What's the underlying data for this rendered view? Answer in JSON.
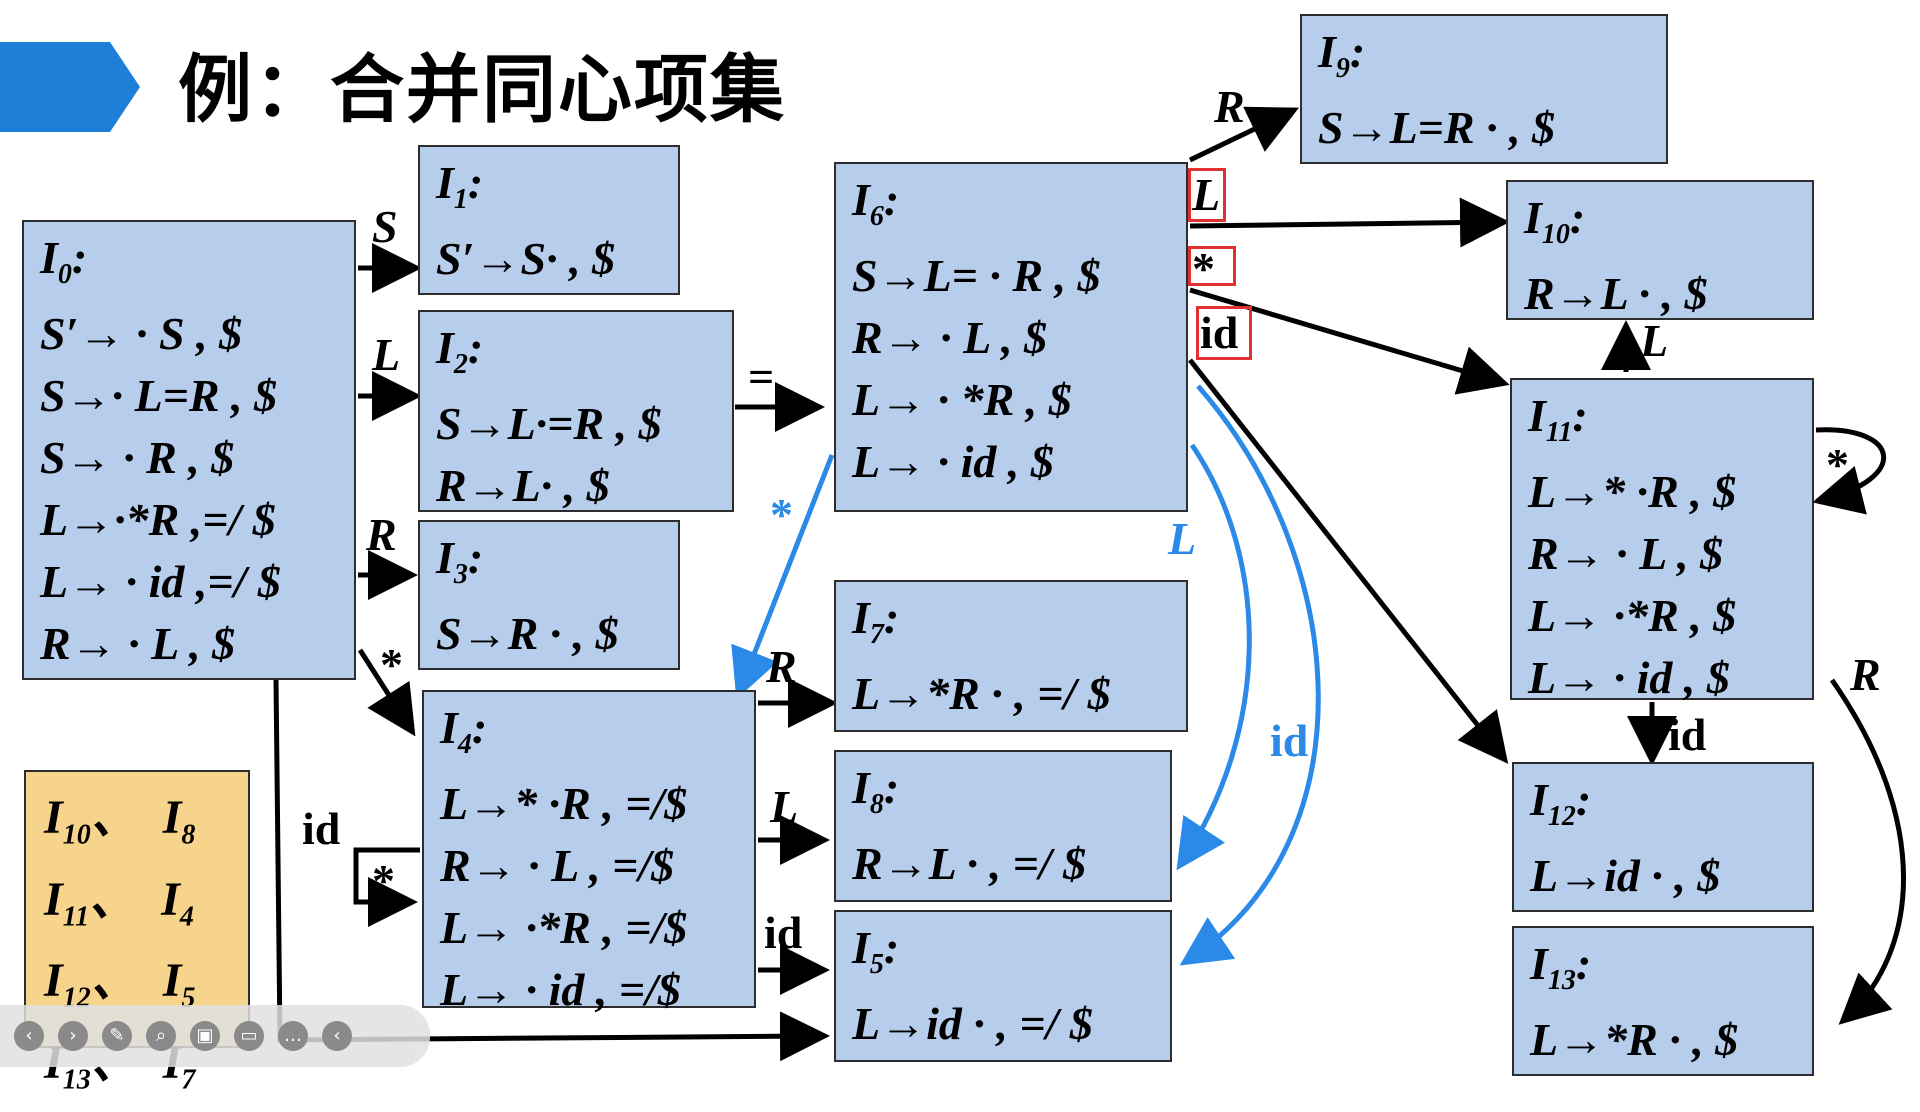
{
  "title": "例：合并同心项集",
  "colors": {
    "state_fill": "#b6cdeb",
    "note_fill": "#f7d48c",
    "banner": "#1e7fd8",
    "blue_edge": "#2b8ae8",
    "red_box": "#e03030"
  },
  "states": [
    {
      "id": "I0",
      "label": "I",
      "sub": "0",
      "items": [
        "S′→ · S , $",
        "S→· L=R , $",
        "S→ · R , $",
        "L→·*R ,=/ $",
        "L→ · id ,=/ $",
        "R→ · L , $"
      ]
    },
    {
      "id": "I1",
      "label": "I",
      "sub": "1",
      "items": [
        "S′→S· , $"
      ]
    },
    {
      "id": "I2",
      "label": "I",
      "sub": "2",
      "items": [
        "S→L·=R , $",
        "R→L· , $"
      ]
    },
    {
      "id": "I3",
      "label": "I",
      "sub": "3",
      "items": [
        "S→R · , $"
      ]
    },
    {
      "id": "I4",
      "label": "I",
      "sub": "4",
      "items": [
        "L→* ·R , =/$",
        "R→ · L , =/$",
        "L→ ·*R , =/$",
        "L→ · id , =/$"
      ]
    },
    {
      "id": "I5",
      "label": "I",
      "sub": "5",
      "items": [
        "L→id · , =/ $"
      ]
    },
    {
      "id": "I6",
      "label": "I",
      "sub": "6",
      "items": [
        "S→L= · R , $",
        "R→ · L , $",
        "L→ · *R , $",
        "L→ · id , $"
      ]
    },
    {
      "id": "I7",
      "label": "I",
      "sub": "7",
      "items": [
        "L→*R · , =/ $"
      ]
    },
    {
      "id": "I8",
      "label": "I",
      "sub": "8",
      "items": [
        "R→L · , =/ $"
      ]
    },
    {
      "id": "I9",
      "label": "I",
      "sub": "9",
      "items": [
        "S→L=R · , $"
      ]
    },
    {
      "id": "I10",
      "label": "I",
      "sub": "10",
      "items": [
        "R→L · , $"
      ]
    },
    {
      "id": "I11",
      "label": "I",
      "sub": "11",
      "items": [
        "L→* ·R , $",
        "R→ · L , $",
        "L→ ·*R , $",
        "L→ · id , $"
      ]
    },
    {
      "id": "I12",
      "label": "I",
      "sub": "12",
      "items": [
        "L→id · , $"
      ]
    },
    {
      "id": "I13",
      "label": "I",
      "sub": "13",
      "items": [
        "L→*R · , $"
      ]
    }
  ],
  "edge_labels": {
    "I0_I1": "S",
    "I0_I2": "L",
    "I0_I3": "R",
    "I0_I4": "*",
    "I0_I5": "id",
    "I4_self": "*",
    "I2_I6": "=",
    "I4_I7": "R",
    "I4_I8": "L",
    "I4_I5": "id",
    "I6_I4": "*",
    "I6_I8": "L",
    "I6_I5": "id",
    "I6_I9": "R",
    "I6_I10": "L",
    "I6_I11": "*",
    "I6_I12": "id",
    "I11_I10": "L",
    "I11_self": "*",
    "I11_I12": "id",
    "I11_I13": "R"
  },
  "merge_note": [
    {
      "a": "10",
      "b": "8"
    },
    {
      "a": "11",
      "b": "4"
    },
    {
      "a": "12",
      "b": "5"
    },
    {
      "a": "13",
      "b": "7"
    }
  ],
  "merge_separator": "、"
}
